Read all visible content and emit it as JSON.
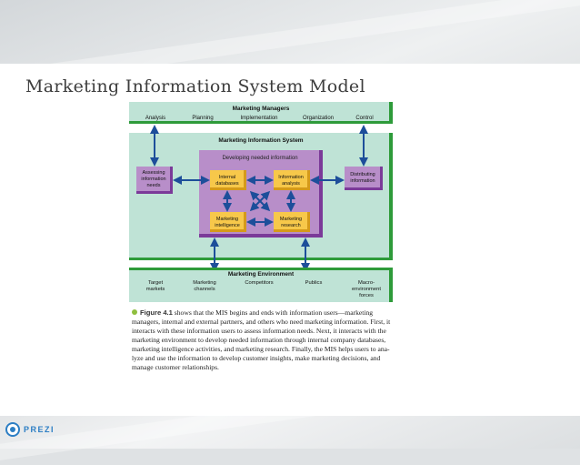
{
  "title": "Marketing Information System Model",
  "diagram": {
    "managers": {
      "heading": "Marketing Managers",
      "items": [
        "Analysis",
        "Planning",
        "Implementation",
        "Organization",
        "Control"
      ]
    },
    "mis": {
      "heading": "Marketing Information System",
      "developing": "Developing needed information",
      "assessing": [
        "Assessing",
        "information",
        "needs"
      ],
      "distributing": [
        "Distributing",
        "information"
      ],
      "internal": [
        "Internal",
        "databases"
      ],
      "information_analysis": [
        "Information",
        "analysis"
      ],
      "intelligence": [
        "Marketing",
        "intelligence"
      ],
      "research": [
        "Marketing",
        "research"
      ]
    },
    "environment": {
      "heading": "Marketing Environment",
      "items": [
        [
          "Target",
          "markets"
        ],
        [
          "Marketing",
          "channels"
        ],
        [
          "Competitors"
        ],
        [
          "Publics"
        ],
        [
          "Macro-",
          "environment",
          "forces"
        ]
      ]
    }
  },
  "caption": {
    "figure": "Figure 4.1",
    "lines": [
      "shows that the MIS begins and ends with information users—marketing",
      "managers, internal and external partners, and others who need marketing information. First,",
      "it interacts with these information users to assess information needs. Next, it interacts with the",
      "marketing environment to develop needed information through internal company databases,",
      "marketing intelligence activities, and marketing research. Finally, the MIS helps users to ana-",
      "lyze and use the information to develop customer insights, make marketing decisions, and",
      "manage customer relationships."
    ]
  },
  "logo": {
    "text": "PREZI"
  },
  "colors": {
    "teal": "#bfe3d6",
    "green_bar": "#2e9b3a",
    "purple": "#b88ec9",
    "orange": "#f7c84a",
    "arrow": "#1d4e9a"
  }
}
